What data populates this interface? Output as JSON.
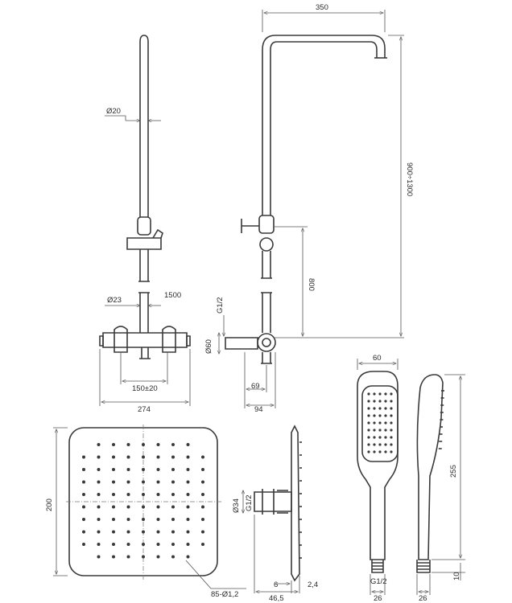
{
  "dimensions": {
    "arm_reach": "350",
    "rail_height": "900÷1300",
    "rail_diameter": "Ø20",
    "lower_pipe_diameter": "Ø23",
    "overall_height": "1500",
    "thread_mixer": "G1/2",
    "mixer_height": "800",
    "eccentric_diameter": "Ø60",
    "spacing": "150±20",
    "mixer_width": "274",
    "mixer_depth_a": "69",
    "mixer_depth_b": "94",
    "head_size": "200",
    "nozzles": "85-Ø1,2",
    "connector_diameter": "Ø34",
    "connector_thread": "G1/2",
    "head_offset": "6",
    "head_thickness": "2,4",
    "head_depth": "46,5",
    "hand_width": "60",
    "hand_length": "255",
    "hand_thread": "G1/2",
    "hand_base_front": "26",
    "hand_base_side": "26",
    "hand_end": "10"
  }
}
